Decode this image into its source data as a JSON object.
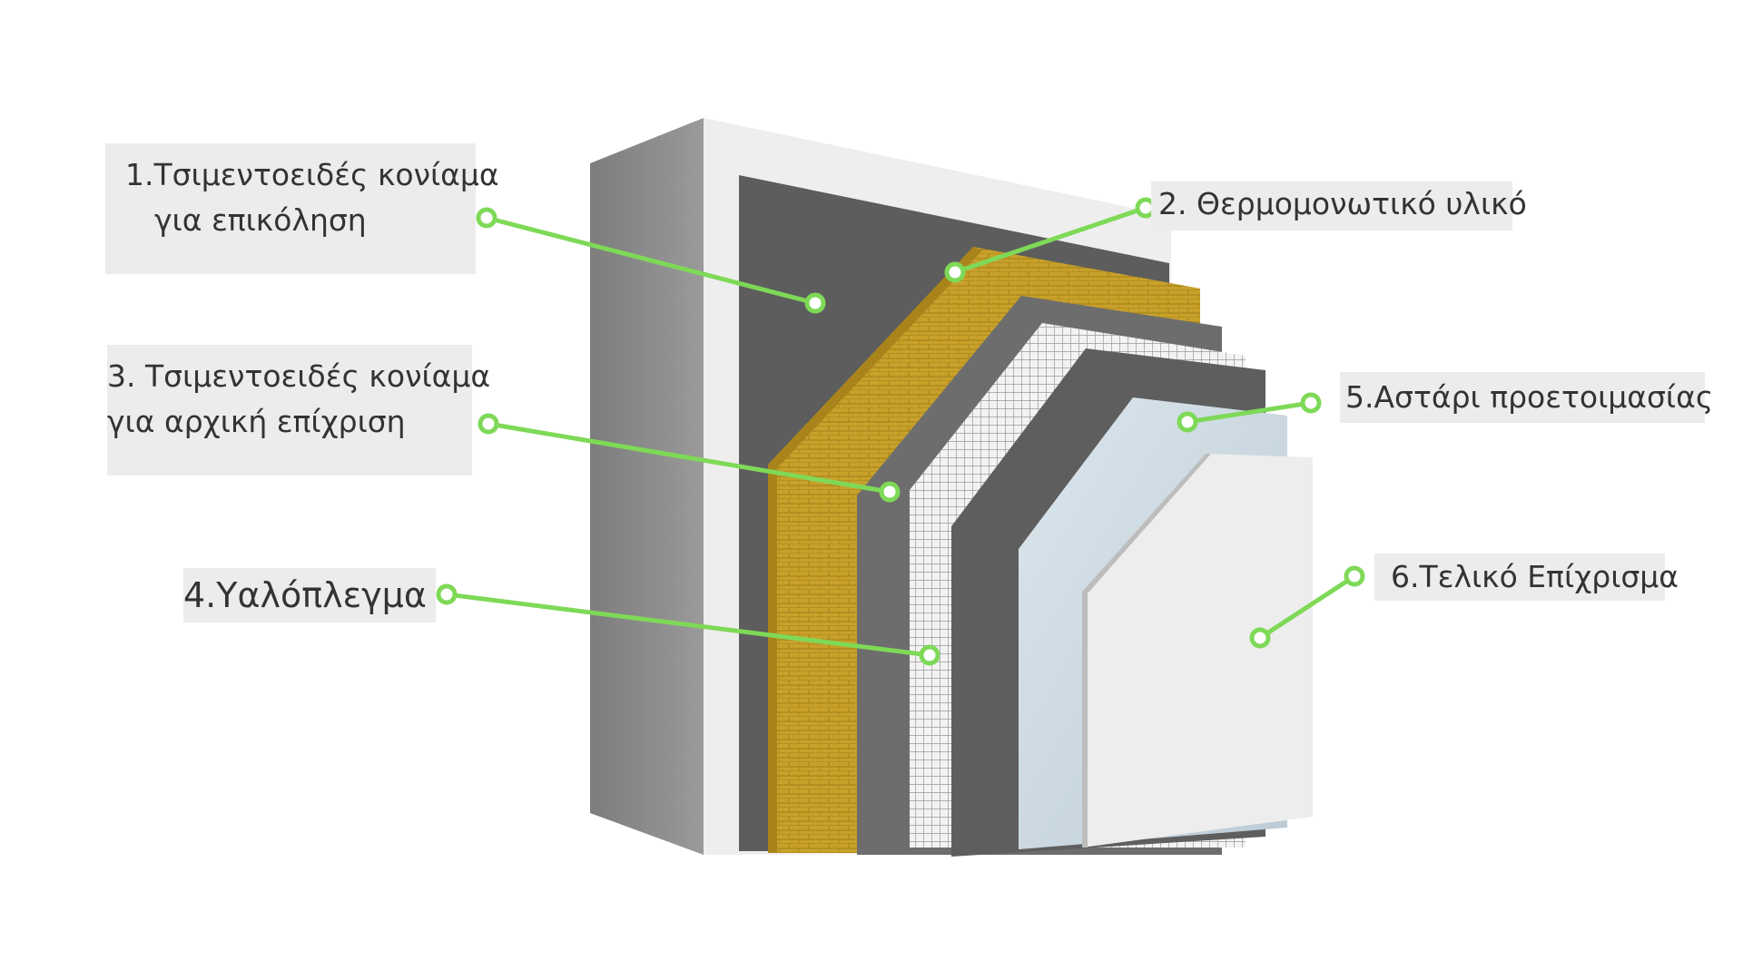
{
  "colors": {
    "callout_green": "#7ed957",
    "label_background": "#ececec",
    "label_text": "#333333",
    "wall_grey": "#8a8a8a",
    "adhesive_dark": "#606060",
    "insulation_yellow": "#c9a227",
    "base_coat_grey": "#6f6f6f",
    "mesh_white": "#e8e8e8",
    "primer_blue": "#cfdde6",
    "finish_white": "#eeeeee"
  },
  "labels": {
    "layer1": {
      "line1": "1.Τσιμεντοειδές κονίαμα",
      "line2": "για επικόληση"
    },
    "layer2": {
      "text": "2. Θερμομονωτικό υλικό"
    },
    "layer3": {
      "line1": "3. Τσιμεντοειδές κονίαμα",
      "line2": "για αρχική επίχριση"
    },
    "layer4": {
      "text": "4.Υαλόπλεγμα"
    },
    "layer5": {
      "text": "5.Αστάρι προετοιμασίας"
    },
    "layer6": {
      "text": "6.Τελικό Επίχρισμα"
    }
  }
}
